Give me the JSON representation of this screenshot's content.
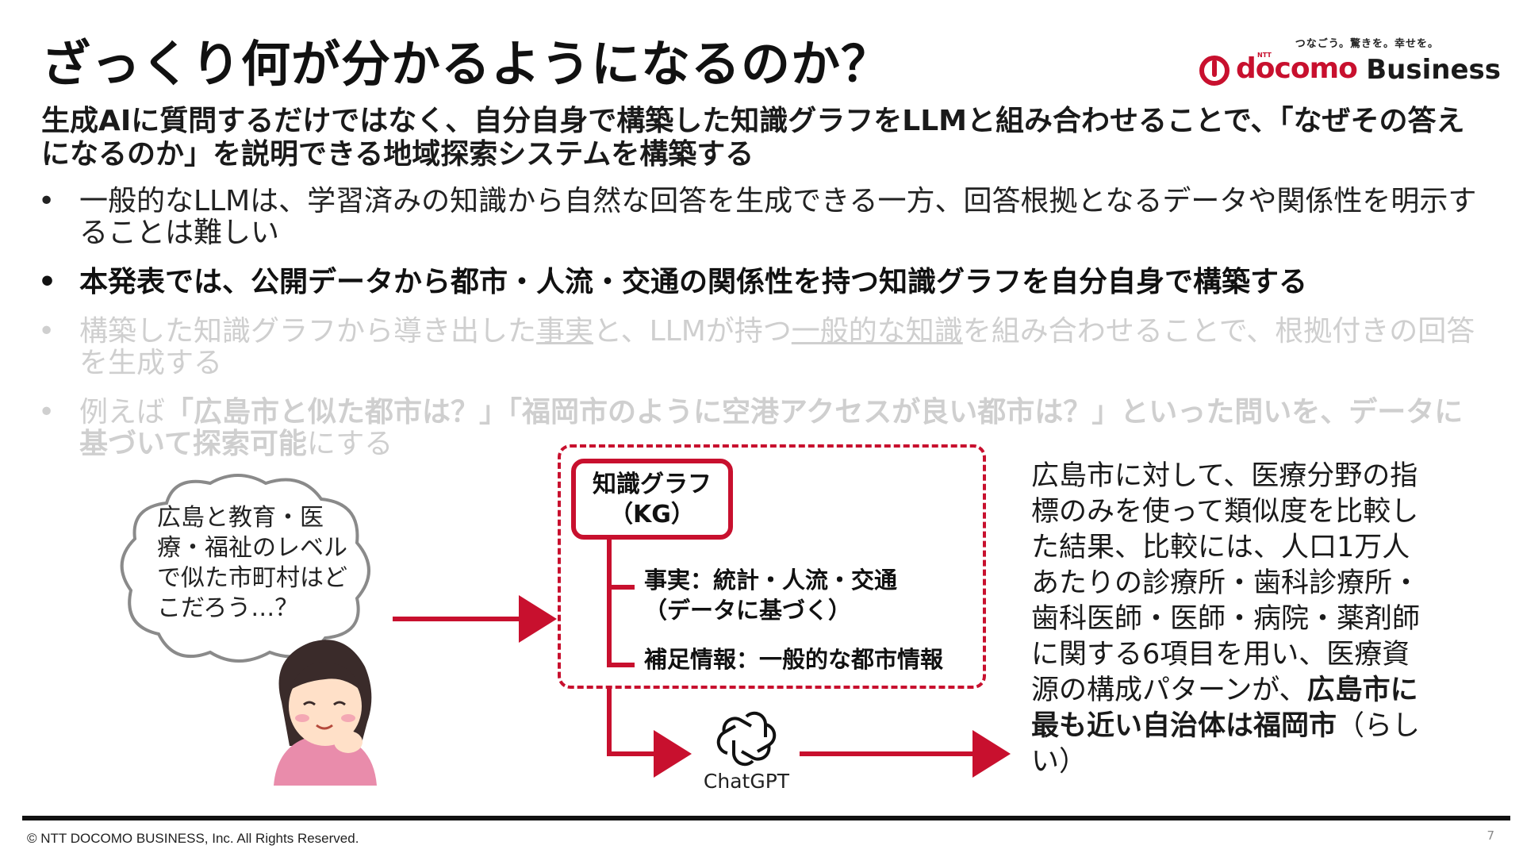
{
  "header": {
    "title": "ざっくり何が分かるようになるのか？"
  },
  "logo": {
    "tagline": "つなごう。驚きを。幸せを。",
    "ntt": "NTT",
    "brand": "docomo",
    "business": "Business"
  },
  "lead": "生成AIに質問するだけではなく、自分自身で構築した知識グラフをLLMと組み合わせることで、「なぜその答えになるのか」を説明できる地域探索システムを構築する",
  "bullets": {
    "b1": "一般的なLLMは、学習済みの知識から自然な回答を生成できる一方、回答根拠となるデータや関係性を明示することは難しい",
    "b2": "本発表では、公開データから都市・人流・交通の関係性を持つ知識グラフを自分自身で構築する",
    "b3": {
      "p1": "構築した知識グラフから導き出した",
      "u1": "事実",
      "p2": "と、LLMが持つ",
      "u2": "一般的な知識",
      "p3": "を組み合わせることで、根拠付きの回答を生成する"
    },
    "b4": {
      "p1": "例えば",
      "q": "「広島市と似た都市は？」「福岡市のように空港アクセスが良い都市は？」といった問いを、データに基づいて探索可能",
      "p2": "にする"
    }
  },
  "diagram": {
    "thought": "広島と教育・医療・福祉のレベルで似た市町村はどこだろう…？",
    "kg_title": "知識グラフ",
    "kg_abbr": "（KG）",
    "fact_line1": "事実：統計・人流・交通",
    "fact_line2": "（データに基づく）",
    "supplement": "補足情報：一般的な都市情報",
    "chatgpt": "ChatGPT",
    "result_text": "広島市に対して、医療分野の指標のみを使って類似度を比較した結果、比較には、人口1万人あたりの診療所・歯科診療所・歯科医師・医師・病院・薬剤師に関する6項目を用い、医療資源の構成パターンが、",
    "result_bold": "広島市に最も近い自治体は福岡市",
    "result_tail": "（らしい）"
  },
  "footer": {
    "copyright": "© NTT DOCOMO BUSINESS, Inc. All Rights Reserved.",
    "page": "7"
  },
  "colors": {
    "accent": "#c8102e",
    "faded": "#cfcfcf"
  }
}
